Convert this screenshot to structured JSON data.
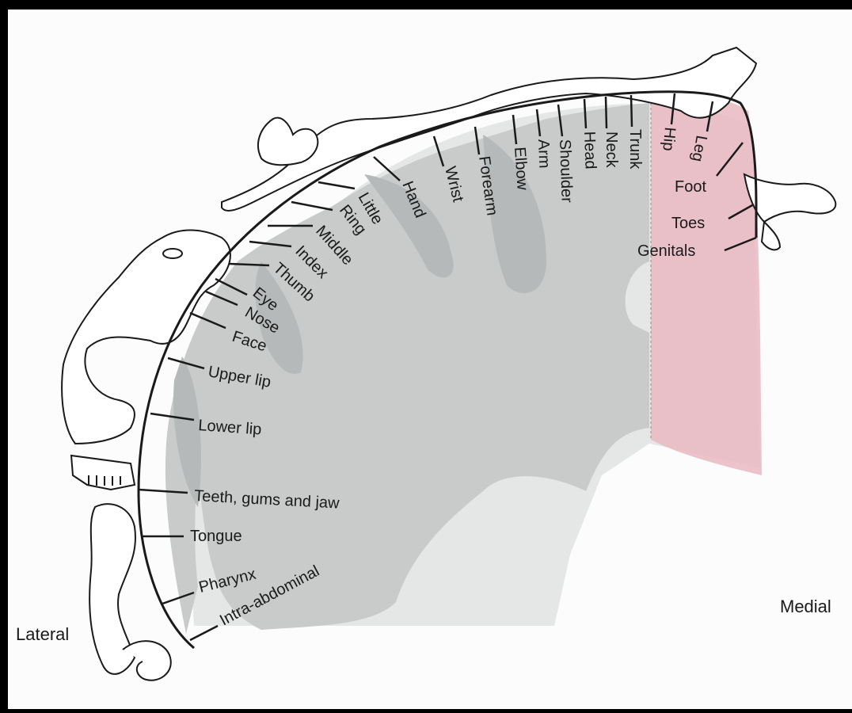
{
  "diagram": {
    "side_left": "Lateral",
    "side_right": "Medial",
    "labels": [
      {
        "id": "intra-abdominal",
        "text": "Intra-abdominal"
      },
      {
        "id": "pharynx",
        "text": "Pharynx"
      },
      {
        "id": "tongue",
        "text": "Tongue"
      },
      {
        "id": "teeth-gums-jaw",
        "text": "Teeth, gums and jaw"
      },
      {
        "id": "lower-lip",
        "text": "Lower lip"
      },
      {
        "id": "upper-lip",
        "text": "Upper lip"
      },
      {
        "id": "face",
        "text": "Face"
      },
      {
        "id": "nose",
        "text": "Nose"
      },
      {
        "id": "eye",
        "text": "Eye"
      },
      {
        "id": "thumb",
        "text": "Thumb"
      },
      {
        "id": "index",
        "text": "Index"
      },
      {
        "id": "middle",
        "text": "Middle"
      },
      {
        "id": "ring",
        "text": "Ring"
      },
      {
        "id": "little",
        "text": "Little"
      },
      {
        "id": "hand",
        "text": "Hand"
      },
      {
        "id": "wrist",
        "text": "Wrist"
      },
      {
        "id": "forearm",
        "text": "Forearm"
      },
      {
        "id": "elbow",
        "text": "Elbow"
      },
      {
        "id": "arm",
        "text": "Arm"
      },
      {
        "id": "shoulder",
        "text": "Shoulder"
      },
      {
        "id": "head",
        "text": "Head"
      },
      {
        "id": "neck",
        "text": "Neck"
      },
      {
        "id": "trunk",
        "text": "Trunk"
      },
      {
        "id": "hip",
        "text": "Hip"
      },
      {
        "id": "leg",
        "text": "Leg"
      },
      {
        "id": "foot",
        "text": "Foot"
      },
      {
        "id": "toes",
        "text": "Toes"
      },
      {
        "id": "genitals",
        "text": "Genitals"
      }
    ],
    "colors": {
      "frame": "#000000",
      "paper": "#fbfcfb",
      "cortex_gray": "#c9cbcb",
      "white_matter": "#e4e7e6",
      "medial_pink": "#eab9c2",
      "outline": "#1a1a1a"
    }
  }
}
